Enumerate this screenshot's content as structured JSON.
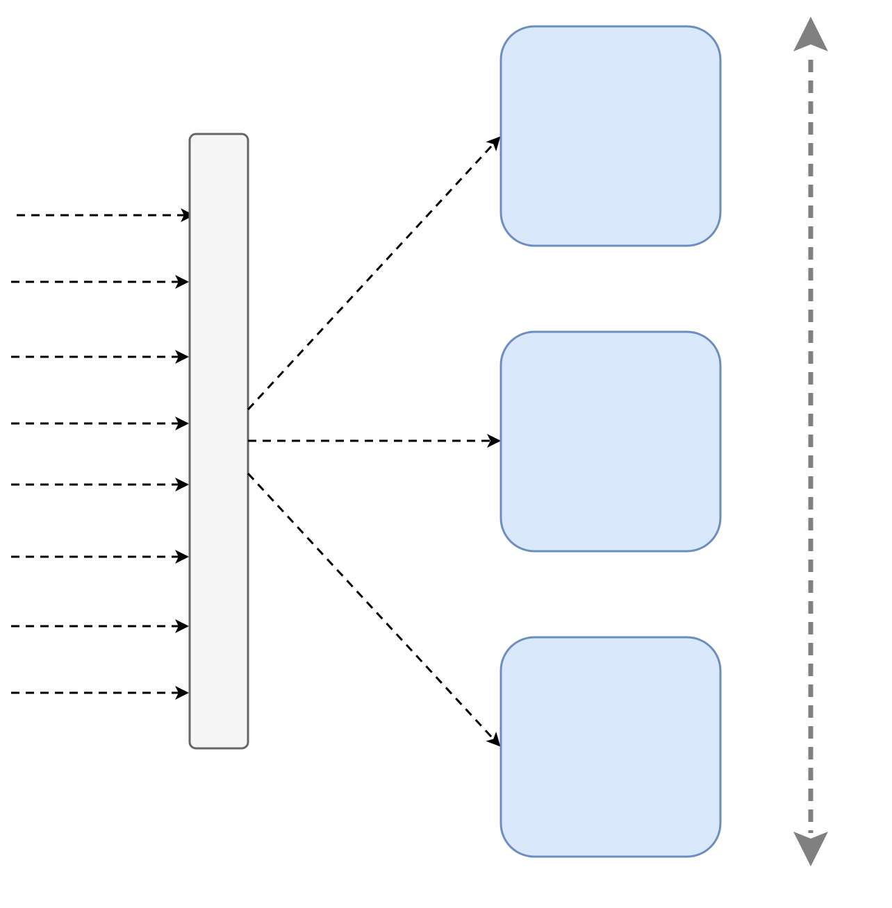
{
  "diagram": {
    "colors": {
      "background": "#ffffff",
      "arrow": "#000000",
      "hub_fill": "#f5f5f5",
      "hub_stroke": "#666666",
      "node_fill": "#dae8fc",
      "node_stroke": "#6c8ebf",
      "range_indicator": "#808080"
    },
    "hub": {
      "label": ""
    },
    "nodes": [
      {
        "id": "node-top",
        "label": ""
      },
      {
        "id": "node-middle",
        "label": ""
      },
      {
        "id": "node-bottom",
        "label": ""
      }
    ],
    "input_arrow_count": 8,
    "output_connections": [
      "node-top",
      "node-middle",
      "node-bottom"
    ],
    "range_indicator": {
      "style": "dashed",
      "direction": "bidirectional-vertical"
    }
  }
}
